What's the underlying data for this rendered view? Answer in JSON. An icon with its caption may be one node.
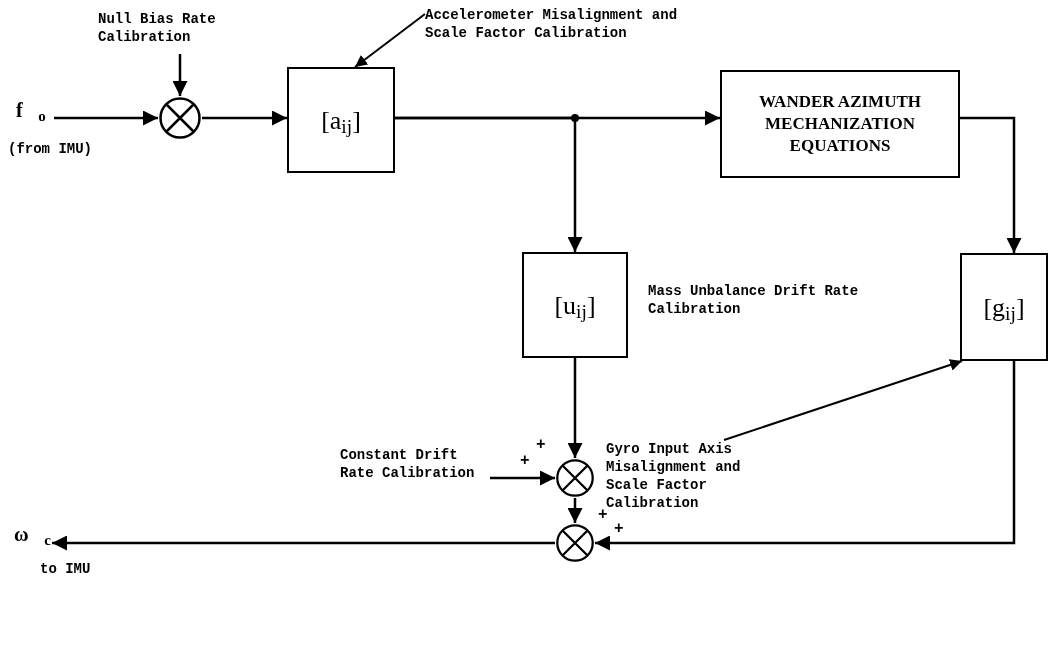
{
  "diagram": {
    "nodes": [
      {
        "text": [
          "f⃗$_{o}$"
        ],
        "beside": [
          "(from IMU)"
        ]
      },
      {
        "text": [
          "Null Bias Rate Calibration"
        ]
      },
      {
        "text": [],
        "shape": "circle"
      },
      {
        "text": [
          "[a$_{ij}$]"
        ]
      },
      {
        "text": [
          "Accelerometer Misalignment and Scale Factor Calibration"
        ]
      },
      {
        "text": [
          "WANDER AZIMUTH MECHANIZATION EQUATIONS"
        ]
      },
      {
        "text": [
          "[u$_{ij}$]"
        ],
        "beside": [
          "Mass Unbalance Drift Rate Calibration"
        ]
      },
      {
        "text": [
          "[g$_{ij}$]"
        ]
      },
      {
        "text": [
          "Constant Drift Rate Calibration"
        ]
      },
      {
        "text": [],
        "shape": "circle"
      },
      {
        "text": [],
        "shape": "circle"
      },
      {
        "text": [
          "Gyro Input Axis Misalignment and Scale Factor Calibration"
        ]
      },
      {
        "text": [
          "ω⃗$_{c}$"
        ],
        "beside": [
          "to IMU"
        ]
      }
    ],
    "edges": [
      {
        "from": 0,
        "to": 2,
        "arrow": "to"
      },
      {
        "from": 1,
        "to": 2,
        "arrow": "to"
      },
      {
        "from": 2,
        "to": 3,
        "arrow": "to"
      },
      {
        "from": 4,
        "to": 3,
        "arrow": "to"
      },
      {
        "from": 3,
        "to": 5,
        "arrow": "to"
      },
      {
        "from": 3,
        "to": 6,
        "arrow": "to"
      },
      {
        "from": 5,
        "to": 7,
        "arrow": "to"
      },
      {
        "from": 6,
        "to": 9,
        "arrow": "to"
      },
      {
        "from": 8,
        "to": 9,
        "arrow": "to"
      },
      {
        "from": 9,
        "to": 10,
        "arrow": "to"
      },
      {
        "from": 7,
        "to": 10,
        "arrow": "to"
      },
      {
        "from": 10,
        "to": 12,
        "arrow": "to"
      },
      {
        "from": 11,
        "to": 7,
        "arrow": "to"
      }
    ],
    "labels": [
      "+",
      "+",
      "+",
      "+"
    ]
  }
}
